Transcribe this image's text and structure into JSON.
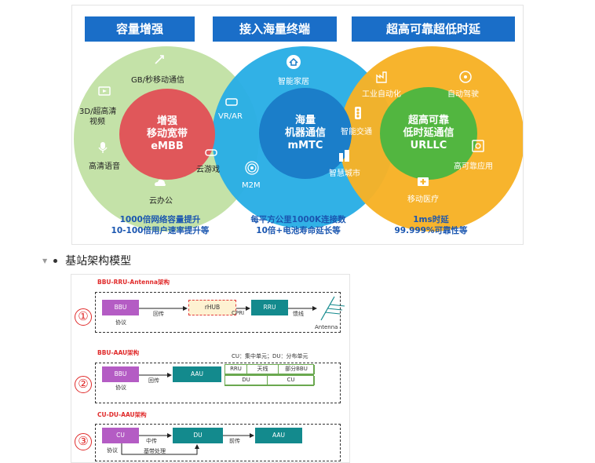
{
  "scenarios": {
    "headers": [
      "容量增强",
      "接入海量终端",
      "超高可靠超低时延"
    ],
    "embb": {
      "center": [
        "增强",
        "移动宽带",
        "eMBB"
      ],
      "items": [
        "GB/秒移动通信",
        "3D/超高清",
        "视频",
        "高清语音",
        "云游戏",
        "云办公"
      ],
      "footer": [
        "1000倍网络容量提升",
        "10-100倍用户速率提升等"
      ]
    },
    "mmtc": {
      "center": [
        "海量",
        "机器通信",
        "mMTC"
      ],
      "items": [
        "智能家居",
        "VR/AR",
        "M2M",
        "智慧城市"
      ],
      "footer": [
        "每平方公里1000K连接数",
        "10倍+电池寿命延长等"
      ]
    },
    "urllc": {
      "center": [
        "超高可靠",
        "低时延通信",
        "URLLC"
      ],
      "items": [
        "工业自动化",
        "自动驾驶",
        "智能交通",
        "高可靠应用",
        "移动医疗"
      ],
      "footer": [
        "1ms时延",
        "99.999%可靠性等"
      ]
    },
    "colors": {
      "header": "#1a6ec8",
      "embb_outer": "#c4e2a8",
      "embb_inner": "#e0575a",
      "mmtc_outer": "#29aee5",
      "mmtc_inner": "#1b7ec9",
      "urllc_outer": "#f7b226",
      "urllc_inner": "#52b640",
      "footer_text": "#1a56b0"
    }
  },
  "bullet": {
    "text": "基站架构模型"
  },
  "architecture": {
    "sections": [
      {
        "number": "①",
        "title": "BBU-RRU-Antenna架构",
        "nodes": [
          "BBU",
          "rHUB",
          "RRU"
        ],
        "labels": [
          "协议",
          "回传",
          "CPRI",
          "馈线",
          "Antenna"
        ]
      },
      {
        "number": "②",
        "title": "BBU-AAU架构",
        "note": "CU：集中单元；DU：分布单元",
        "nodes": [
          "BBU",
          "AAU"
        ],
        "labels": [
          "协议",
          "回传"
        ],
        "table_row1": [
          "RRU",
          "天线",
          "部分BBU"
        ],
        "table_row2": [
          "DU",
          "CU"
        ]
      },
      {
        "number": "③",
        "title": "CU-DU-AAU架构",
        "nodes": [
          "CU",
          "DU",
          "AAU"
        ],
        "labels": [
          "协议",
          "中传",
          "基带处理",
          "前传"
        ]
      }
    ],
    "colors": {
      "title": "#e02b2b",
      "node_purple": "#b45cc4",
      "node_teal": "#138a8d",
      "rhub_fill": "#fef2d2"
    }
  }
}
